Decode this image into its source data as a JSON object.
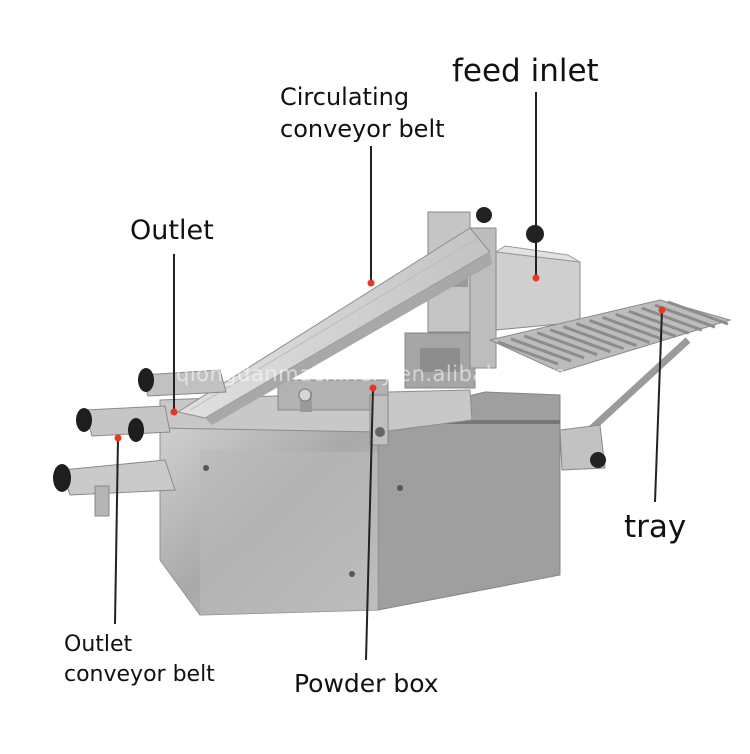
{
  "labels": {
    "feed_inlet": "feed inlet",
    "circulating_belt": "Circulating\nconveyor belt",
    "outlet": "Outlet",
    "tray": "tray",
    "outlet_belt": "Outlet\nconveyor belt",
    "powder_box": "Powder box"
  },
  "watermark": "qiongdanmachinery.en.alibaba.com",
  "colors": {
    "marker": "#e8352b",
    "leader_line": "#222222",
    "steel_light": "#d6d6d6",
    "steel_mid": "#b4b4b4",
    "steel_dark": "#8a8a8a"
  }
}
